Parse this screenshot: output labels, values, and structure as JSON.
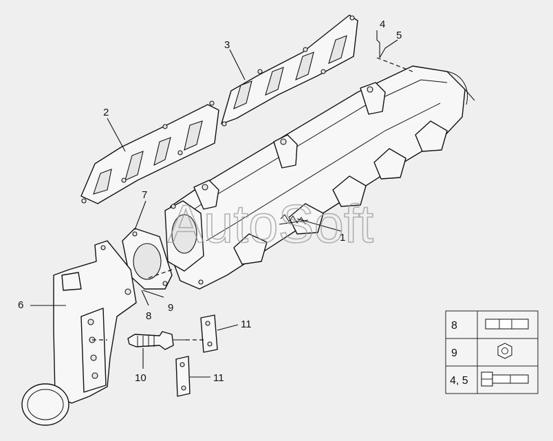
{
  "watermark": "AutoSoft",
  "callouts": [
    {
      "id": "1",
      "text": "1"
    },
    {
      "id": "2",
      "text": "2"
    },
    {
      "id": "3",
      "text": "3"
    },
    {
      "id": "4",
      "text": "4"
    },
    {
      "id": "5",
      "text": "5"
    },
    {
      "id": "6",
      "text": "6"
    },
    {
      "id": "7",
      "text": "7"
    },
    {
      "id": "8",
      "text": "8"
    },
    {
      "id": "9",
      "text": "9"
    },
    {
      "id": "10",
      "text": "10"
    },
    {
      "id": "11a",
      "text": "11"
    },
    {
      "id": "11b",
      "text": "11"
    }
  ],
  "legend": [
    {
      "label": "8",
      "icon": "stud-icon"
    },
    {
      "label": "9",
      "icon": "nut-icon"
    },
    {
      "label": "4, 5",
      "icon": "bolt-icon"
    }
  ]
}
